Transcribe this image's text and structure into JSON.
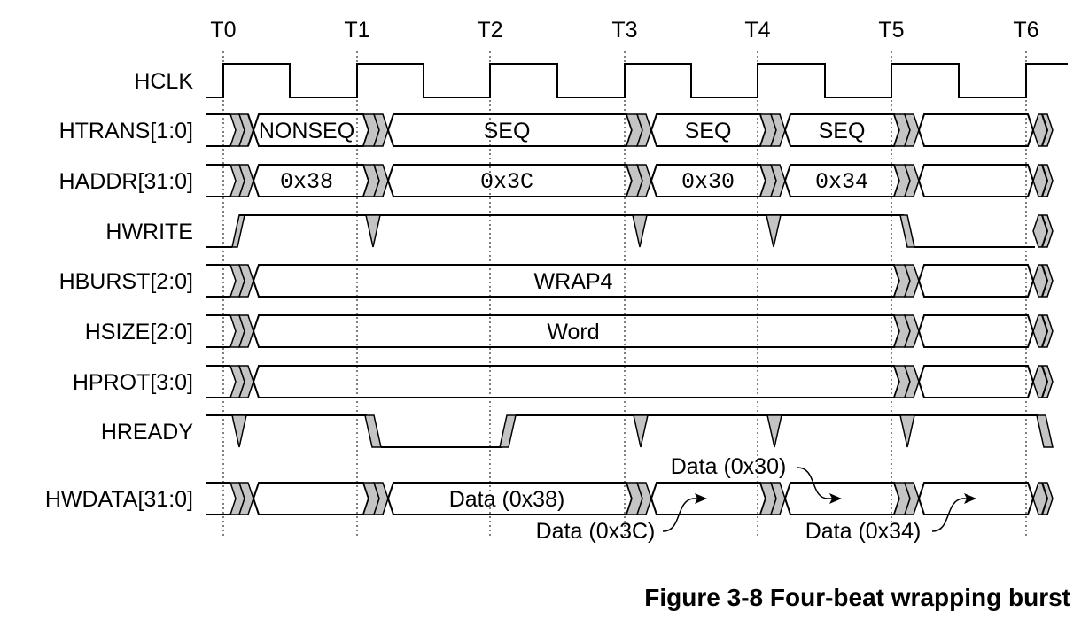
{
  "diagram": {
    "ticks": [
      "T0",
      "T1",
      "T2",
      "T3",
      "T4",
      "T5",
      "T6"
    ],
    "signals": [
      {
        "id": "hclk",
        "label": "HCLK"
      },
      {
        "id": "htrans",
        "label": "HTRANS[1:0]",
        "values": [
          "NONSEQ",
          "SEQ",
          "SEQ",
          "SEQ"
        ]
      },
      {
        "id": "haddr",
        "label": "HADDR[31:0]",
        "values": [
          "0x38",
          "0x3C",
          "0x30",
          "0x34"
        ]
      },
      {
        "id": "hwrite",
        "label": "HWRITE"
      },
      {
        "id": "hburst",
        "label": "HBURST[2:0]",
        "values": [
          "WRAP4"
        ]
      },
      {
        "id": "hsize",
        "label": "HSIZE[2:0]",
        "values": [
          "Word"
        ]
      },
      {
        "id": "hprot",
        "label": "HPROT[3:0]"
      },
      {
        "id": "hready",
        "label": "HREADY"
      },
      {
        "id": "hwdata",
        "label": "HWDATA[31:0]",
        "values": [
          "Data (0x38)"
        ]
      }
    ],
    "annotations": {
      "data_3c": "Data (0x3C)",
      "data_30": "Data (0x30)",
      "data_34": "Data (0x34)"
    },
    "caption": "Figure 3-8 Four-beat wrapping burst"
  }
}
